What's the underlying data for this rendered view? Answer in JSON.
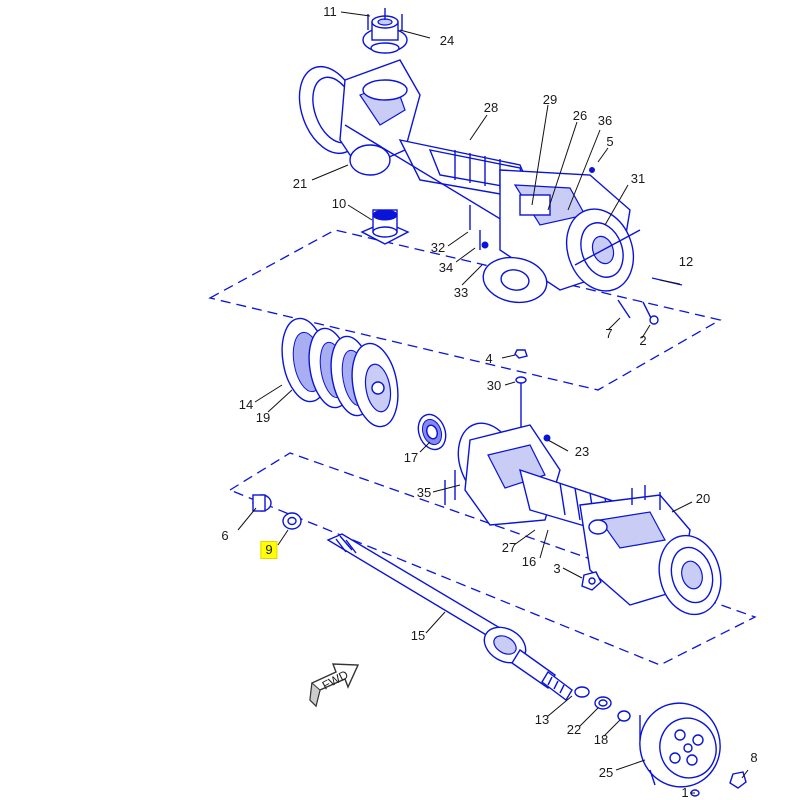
{
  "fwd_label": "FWD",
  "colors": {
    "line": "#0a14d8",
    "highlight": "#ffff00",
    "leader": "#111111"
  },
  "callouts": {
    "c11": "11",
    "c24": "24",
    "c21": "21",
    "c28": "28",
    "c29": "29",
    "c26": "26",
    "c36": "36",
    "c5": "5",
    "c31": "31",
    "c10": "10",
    "c32": "32",
    "c34": "34",
    "c33": "33",
    "c12": "12",
    "c7": "7",
    "c2": "2",
    "c4": "4",
    "c30": "30",
    "c14": "14",
    "c19": "19",
    "c17": "17",
    "c23": "23",
    "c35": "35",
    "c20": "20",
    "c27": "27",
    "c16": "16",
    "c3": "3",
    "c6": "6",
    "c9": "9",
    "c15": "15",
    "c13": "13",
    "c22": "22",
    "c18": "18",
    "c8": "8",
    "c25": "25",
    "c1": "1"
  },
  "highlighted_callout": "9"
}
